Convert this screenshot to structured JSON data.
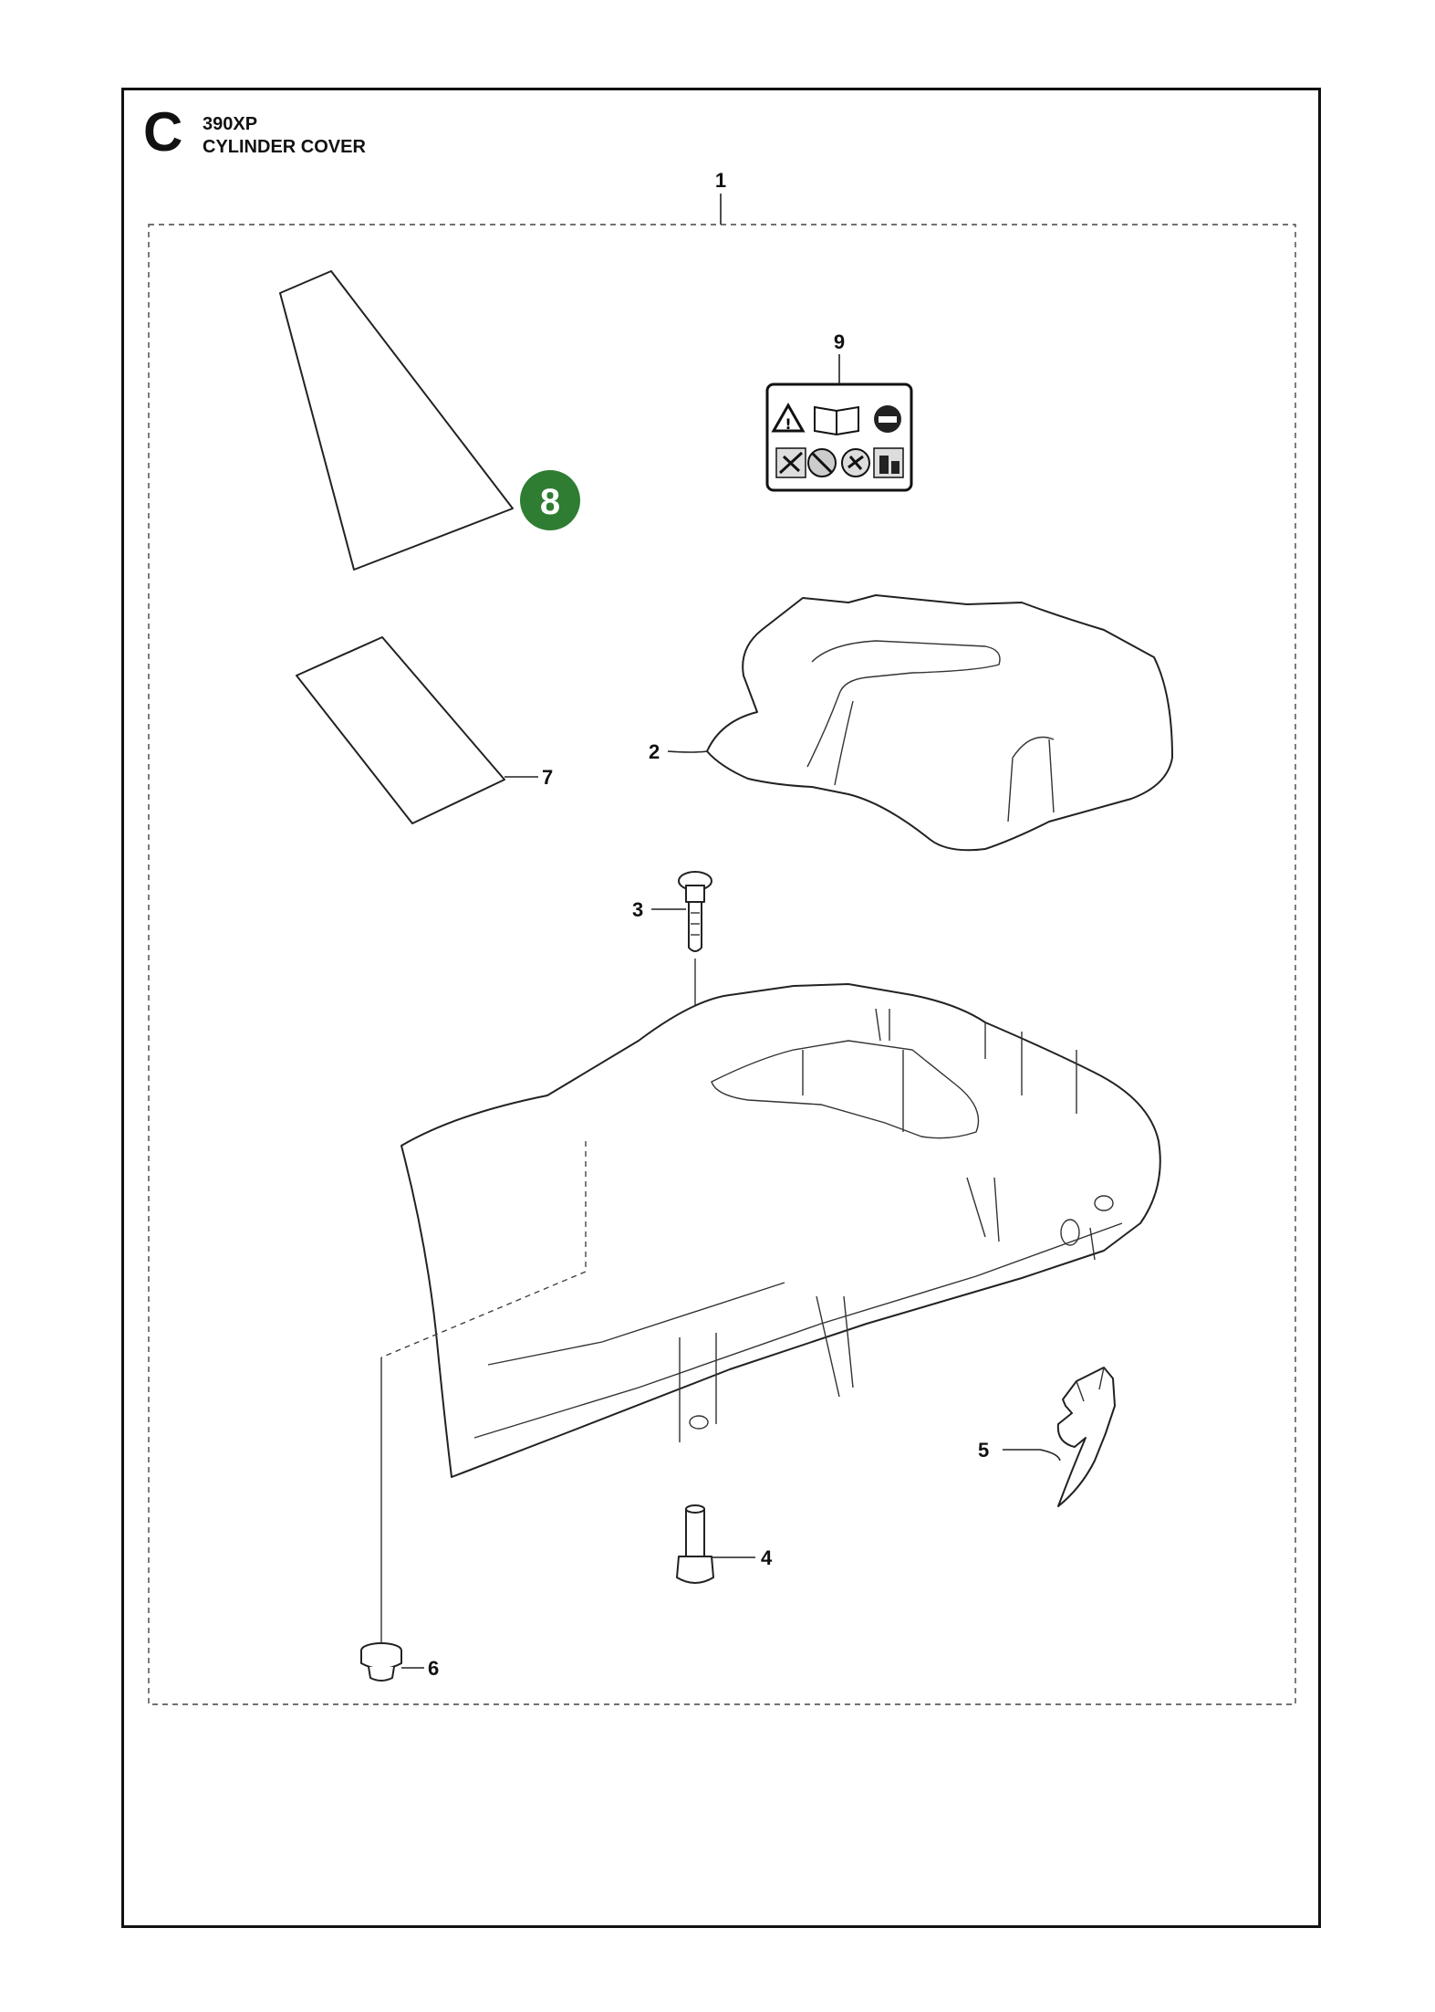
{
  "header": {
    "section_letter": "C",
    "model": "390XP",
    "title": "CYLINDER COVER"
  },
  "callouts": {
    "c1": "1",
    "c2": "2",
    "c3": "3",
    "c4": "4",
    "c5": "5",
    "c6": "6",
    "c7": "7",
    "c8": "8",
    "c9": "9"
  },
  "highlight": {
    "item": "8",
    "color": "#2e7d32"
  },
  "icons": {
    "warning_label": [
      "warning-triangle-icon",
      "manual-book-icon",
      "protective-helmet-icon",
      "kickback-icon",
      "no-one-hand-icon",
      "two-hands-icon",
      "safety-boots-icon"
    ]
  }
}
